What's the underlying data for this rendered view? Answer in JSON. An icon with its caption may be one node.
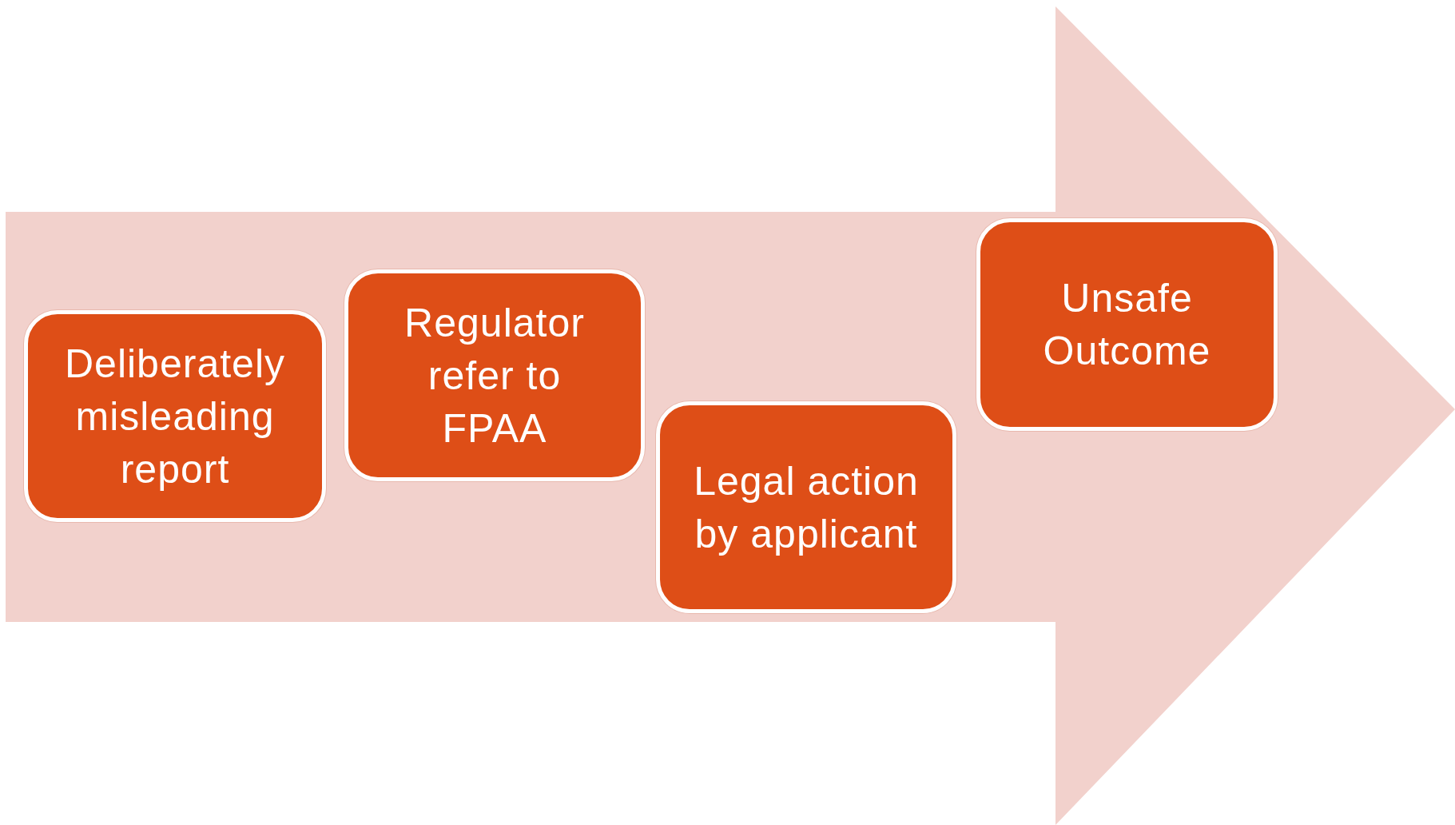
{
  "diagram": {
    "nodes": [
      {
        "text": [
          "Deliberately misleading report"
        ]
      },
      {
        "text": [
          "Regulator refer to FPAA"
        ]
      },
      {
        "text": [
          "Legal action by applicant"
        ]
      },
      {
        "text": [
          "Unsafe Outcome"
        ]
      }
    ]
  }
}
